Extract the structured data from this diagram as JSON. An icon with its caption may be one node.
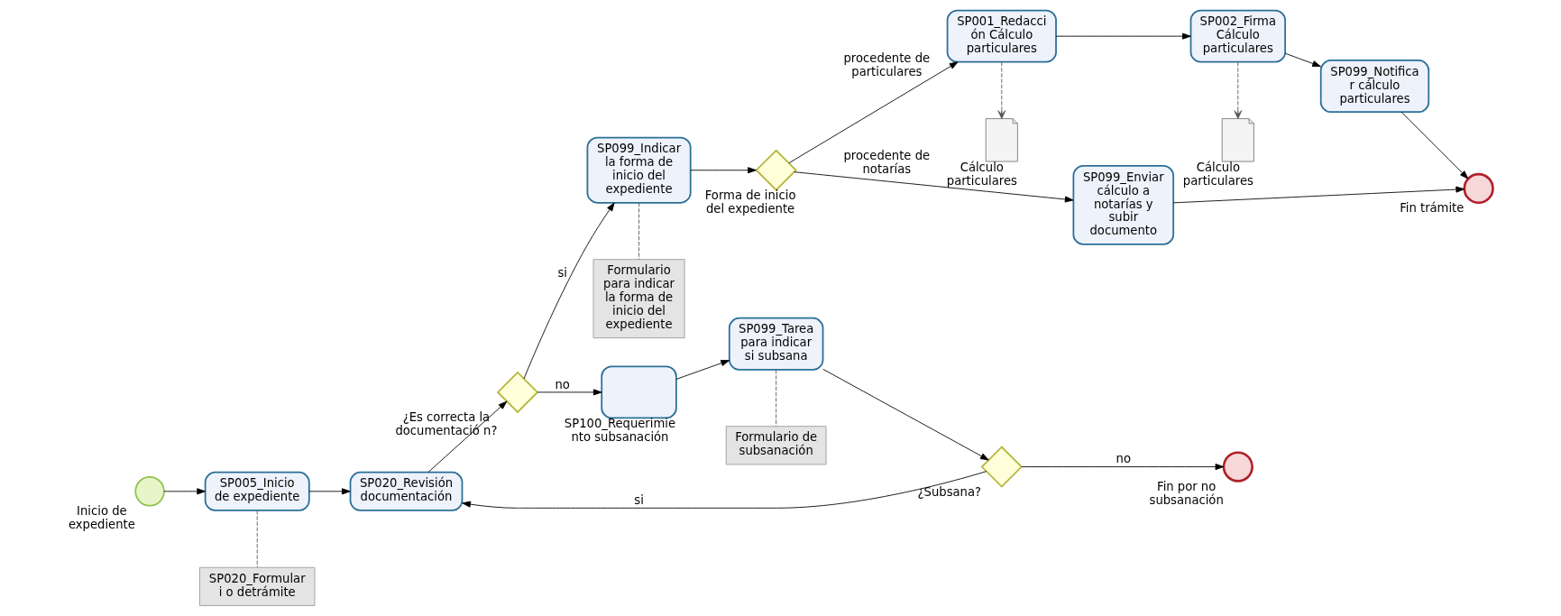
{
  "diagram": {
    "nodes": [
      {
        "text": [],
        "shape": "circle",
        "beside": [
          "Inicio de expediente"
        ]
      },
      {
        "text": [
          "SP005_Inicio de expediente"
        ]
      },
      {
        "text": [
          "SP020_Revisión documentación"
        ]
      },
      {
        "text": [],
        "shape": "diamond",
        "beside": [
          "¿Es correcta la documentació n?"
        ]
      },
      {
        "text": [
          "SP099_Indicar la forma de inicio del expediente"
        ]
      },
      {
        "text": [],
        "shape": "diamond",
        "beside": [
          "Forma de inicio del expediente"
        ]
      },
      {
        "text": [
          "SP001_Redacci ón Cálculo particulares"
        ]
      },
      {
        "text": [
          "SP002_Firma Cálculo particulares"
        ]
      },
      {
        "text": [
          "SP099_Notificar cálculo particulares"
        ]
      },
      {
        "text": [],
        "shape": "circle",
        "beside": [
          "Fin trámite"
        ]
      },
      {
        "text": [
          "SP099_Enviar cálculo a notarías y subir documento"
        ]
      },
      {
        "text": [],
        "shape": "box",
        "beside": [
          "SP100_Requerimiento subsanación"
        ]
      },
      {
        "text": [
          "SP099_Tarea para indicar si subsana"
        ]
      },
      {
        "text": [],
        "shape": "diamond",
        "beside": [
          "¿Subsana?"
        ]
      },
      {
        "text": [],
        "shape": "circle",
        "beside": [
          "Fin por no subsanación"
        ]
      },
      {
        "text": [
          "SP020_Formulari o detrámite"
        ]
      },
      {
        "text": [
          "Formulario para indicar la forma de inicio del expediente"
        ]
      },
      {
        "text": [
          "Formulario de subsanación"
        ]
      },
      {
        "text": [],
        "shape": "document",
        "beside": [
          "Cálculo particulares"
        ]
      },
      {
        "text": [],
        "shape": "document",
        "beside": [
          "Cálculo particulares"
        ]
      }
    ],
    "edges": [
      {
        "from": 0,
        "to": 1,
        "arrow": "to"
      },
      {
        "from": 1,
        "to": 2,
        "arrow": "to"
      },
      {
        "from": 2,
        "to": 3,
        "arrow": "to"
      },
      {
        "from": 3,
        "to": 4,
        "arrow": "to",
        "label": "si"
      },
      {
        "from": 3,
        "to": 11,
        "arrow": "to",
        "label": "no"
      },
      {
        "from": 4,
        "to": 5,
        "arrow": "to"
      },
      {
        "from": 5,
        "to": 6,
        "arrow": "to",
        "label": "procedente de particulares"
      },
      {
        "from": 5,
        "to": 10,
        "arrow": "to",
        "label": "procedente de notarías"
      },
      {
        "from": 6,
        "to": 7,
        "arrow": "to"
      },
      {
        "from": 7,
        "to": 8,
        "arrow": "to"
      },
      {
        "from": 8,
        "to": 9,
        "arrow": "to"
      },
      {
        "from": 10,
        "to": 9,
        "arrow": "to"
      },
      {
        "from": 11,
        "to": 12,
        "arrow": "to"
      },
      {
        "from": 12,
        "to": 13,
        "arrow": "to"
      },
      {
        "from": 13,
        "to": 2,
        "arrow": "to",
        "label": "si"
      },
      {
        "from": 13,
        "to": 14,
        "arrow": "to",
        "label": "no"
      },
      {
        "from": 1,
        "to": 15,
        "arrow": "none",
        "style": "dashed"
      },
      {
        "from": 4,
        "to": 16,
        "arrow": "none",
        "style": "dashed"
      },
      {
        "from": 12,
        "to": 17,
        "arrow": "none",
        "style": "dashed"
      },
      {
        "from": 6,
        "to": 18,
        "arrow": "to",
        "style": "dashed"
      },
      {
        "from": 7,
        "to": 19,
        "arrow": "to",
        "style": "dashed"
      }
    ]
  }
}
